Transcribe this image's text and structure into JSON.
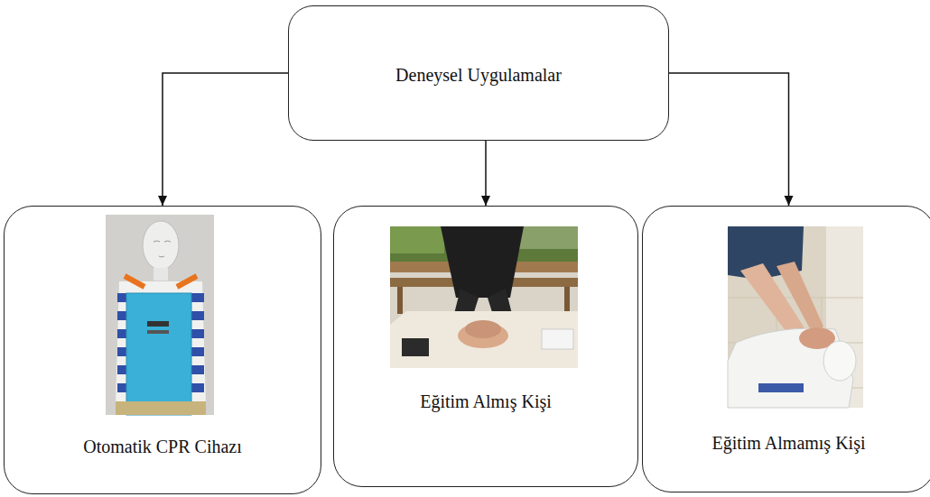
{
  "diagram": {
    "nodes": [
      {
        "text": [
          "Deneysel Uygulamalar"
        ]
      },
      {
        "text": [
          "Otomatik CPR Cihazı"
        ]
      },
      {
        "text": [
          "Eğitim Almış Kişi"
        ]
      },
      {
        "text": [
          "Eğitim Almamış Kişi"
        ]
      }
    ],
    "edges": [
      {
        "from": 0,
        "to": 1,
        "arrow": "to"
      },
      {
        "from": 0,
        "to": 2,
        "arrow": "to"
      },
      {
        "from": 0,
        "to": 3,
        "arrow": "to"
      }
    ]
  }
}
